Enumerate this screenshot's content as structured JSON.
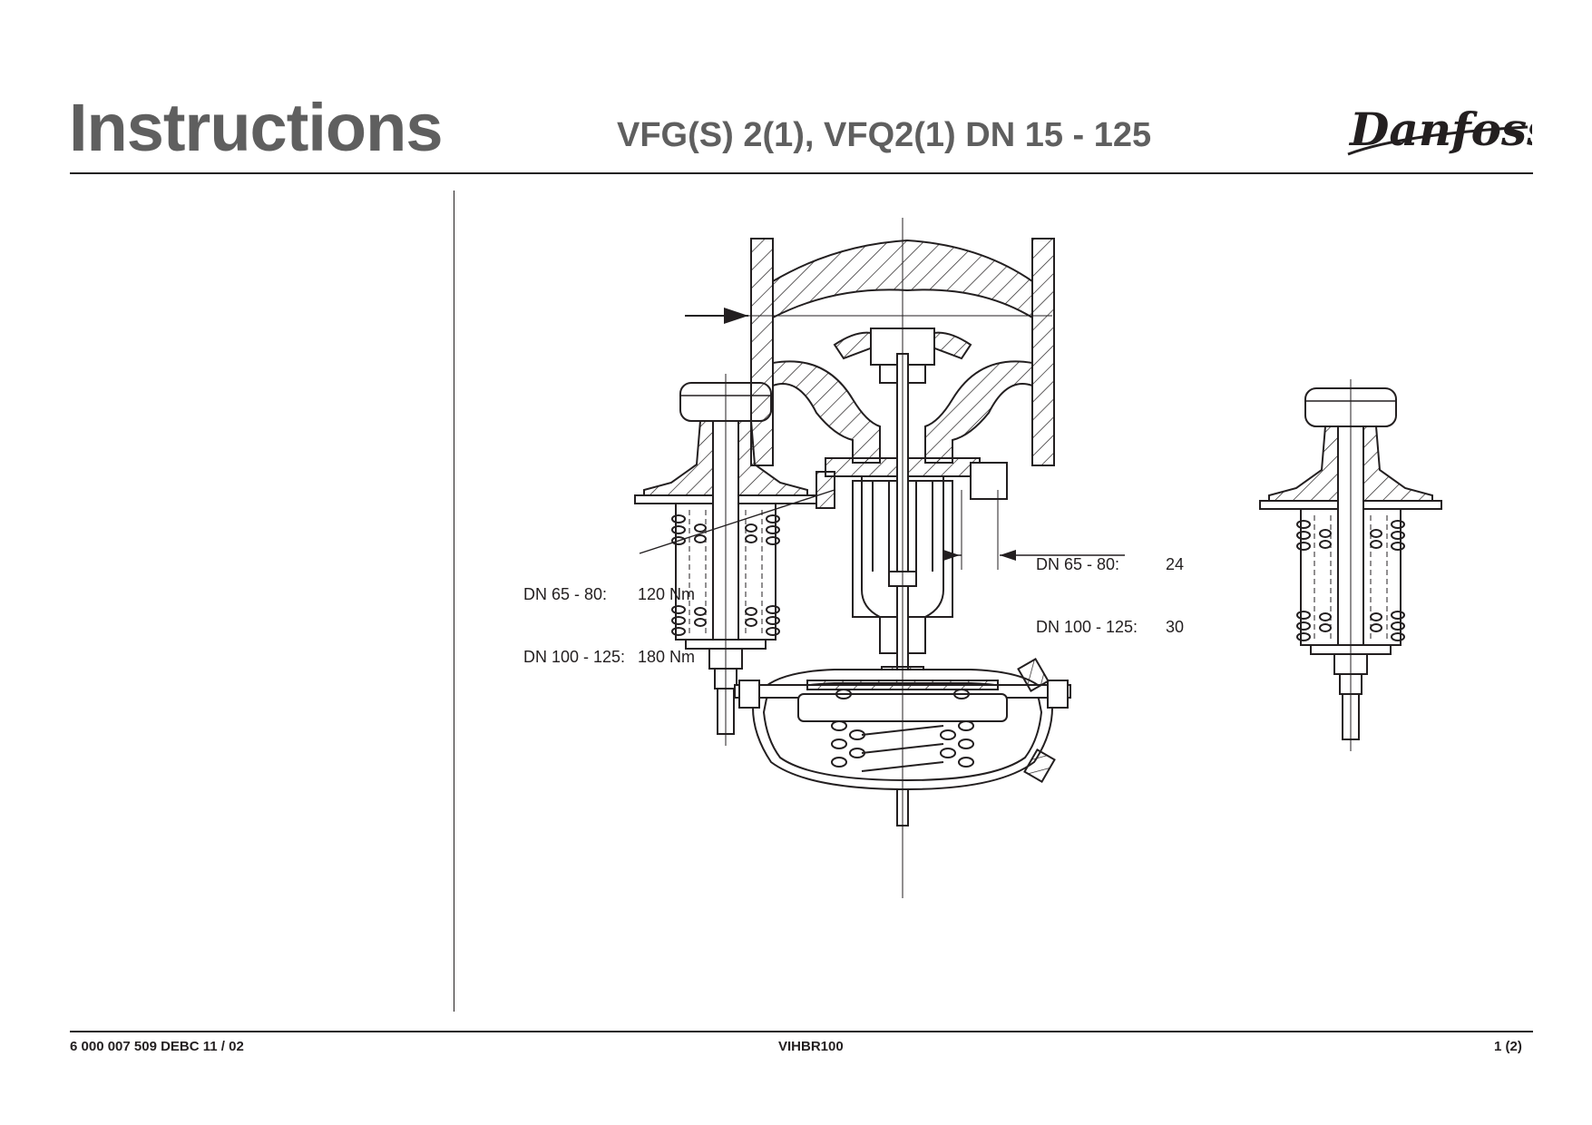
{
  "header": {
    "title": "Instructions",
    "subtitle": "VFG(S) 2(1), VFQ2(1) DN 15 - 125",
    "logo_text": "Danfoss"
  },
  "torque_left": {
    "rows": [
      {
        "range": "DN 65 - 80:",
        "value": "120 Nm"
      },
      {
        "range": "DN 100 - 125:",
        "value": "180 Nm"
      }
    ]
  },
  "torque_right": {
    "rows": [
      {
        "range": "DN 65 - 80:",
        "value": "24"
      },
      {
        "range": "DN 100 - 125:",
        "value": "30"
      }
    ]
  },
  "footer": {
    "doc_number": "6 000 007 509  DEBC 11 / 02",
    "code": "VIHBR100",
    "page": "1 (2)"
  },
  "colors": {
    "title_gray": "#5f5f5f",
    "ink": "#231f20"
  }
}
